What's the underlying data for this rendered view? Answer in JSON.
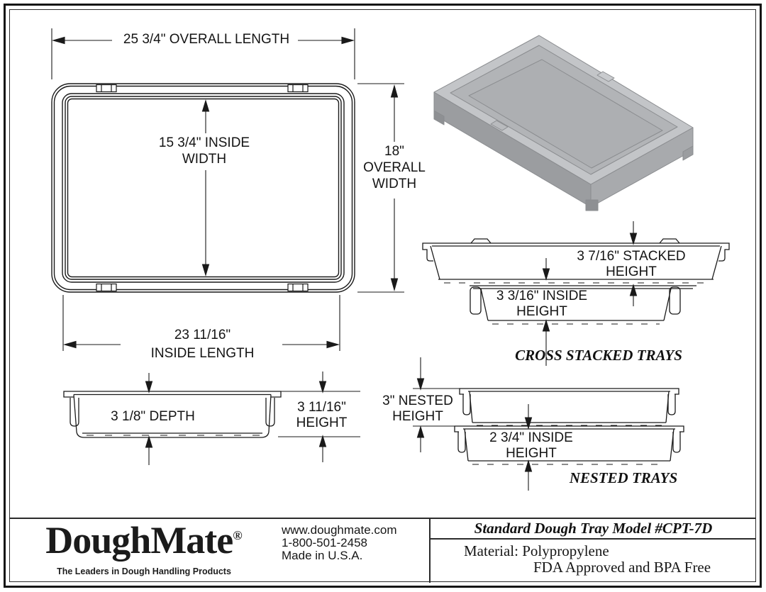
{
  "colors": {
    "line": "#1a1a1a",
    "tray_gray": "#c6c6c6"
  },
  "top_view": {
    "overall_length": "25 3/4\" OVERALL LENGTH",
    "inside_width": [
      "15 3/4\" INSIDE",
      "WIDTH"
    ],
    "overall_width": [
      "18\"",
      "OVERALL",
      "WIDTH"
    ],
    "inside_length": [
      "23 11/16\"",
      "INSIDE LENGTH"
    ]
  },
  "side_view": {
    "depth": "3 1/8\" DEPTH",
    "height": [
      "3 11/16\"",
      "HEIGHT"
    ]
  },
  "cross_stacked": {
    "stacked_height": [
      "3 7/16\" STACKED",
      "HEIGHT"
    ],
    "inside_height": [
      "3 3/16\" INSIDE",
      "HEIGHT"
    ],
    "title": "CROSS STACKED TRAYS"
  },
  "nested": {
    "nested_height": [
      "3\" NESTED",
      "HEIGHT"
    ],
    "inside_height": [
      "2 3/4\" INSIDE",
      "HEIGHT"
    ],
    "title": "NESTED TRAYS"
  },
  "footer": {
    "brand": "DoughMate",
    "registered": "®",
    "tagline": "The Leaders in Dough Handling Products",
    "website": "www.doughmate.com",
    "phone": "1-800-501-2458",
    "made_in": "Made in U.S.A.",
    "model_title": "Standard Dough Tray Model #CPT-7D",
    "material": "Material: Polypropylene",
    "certification": "FDA Approved and BPA Free"
  }
}
